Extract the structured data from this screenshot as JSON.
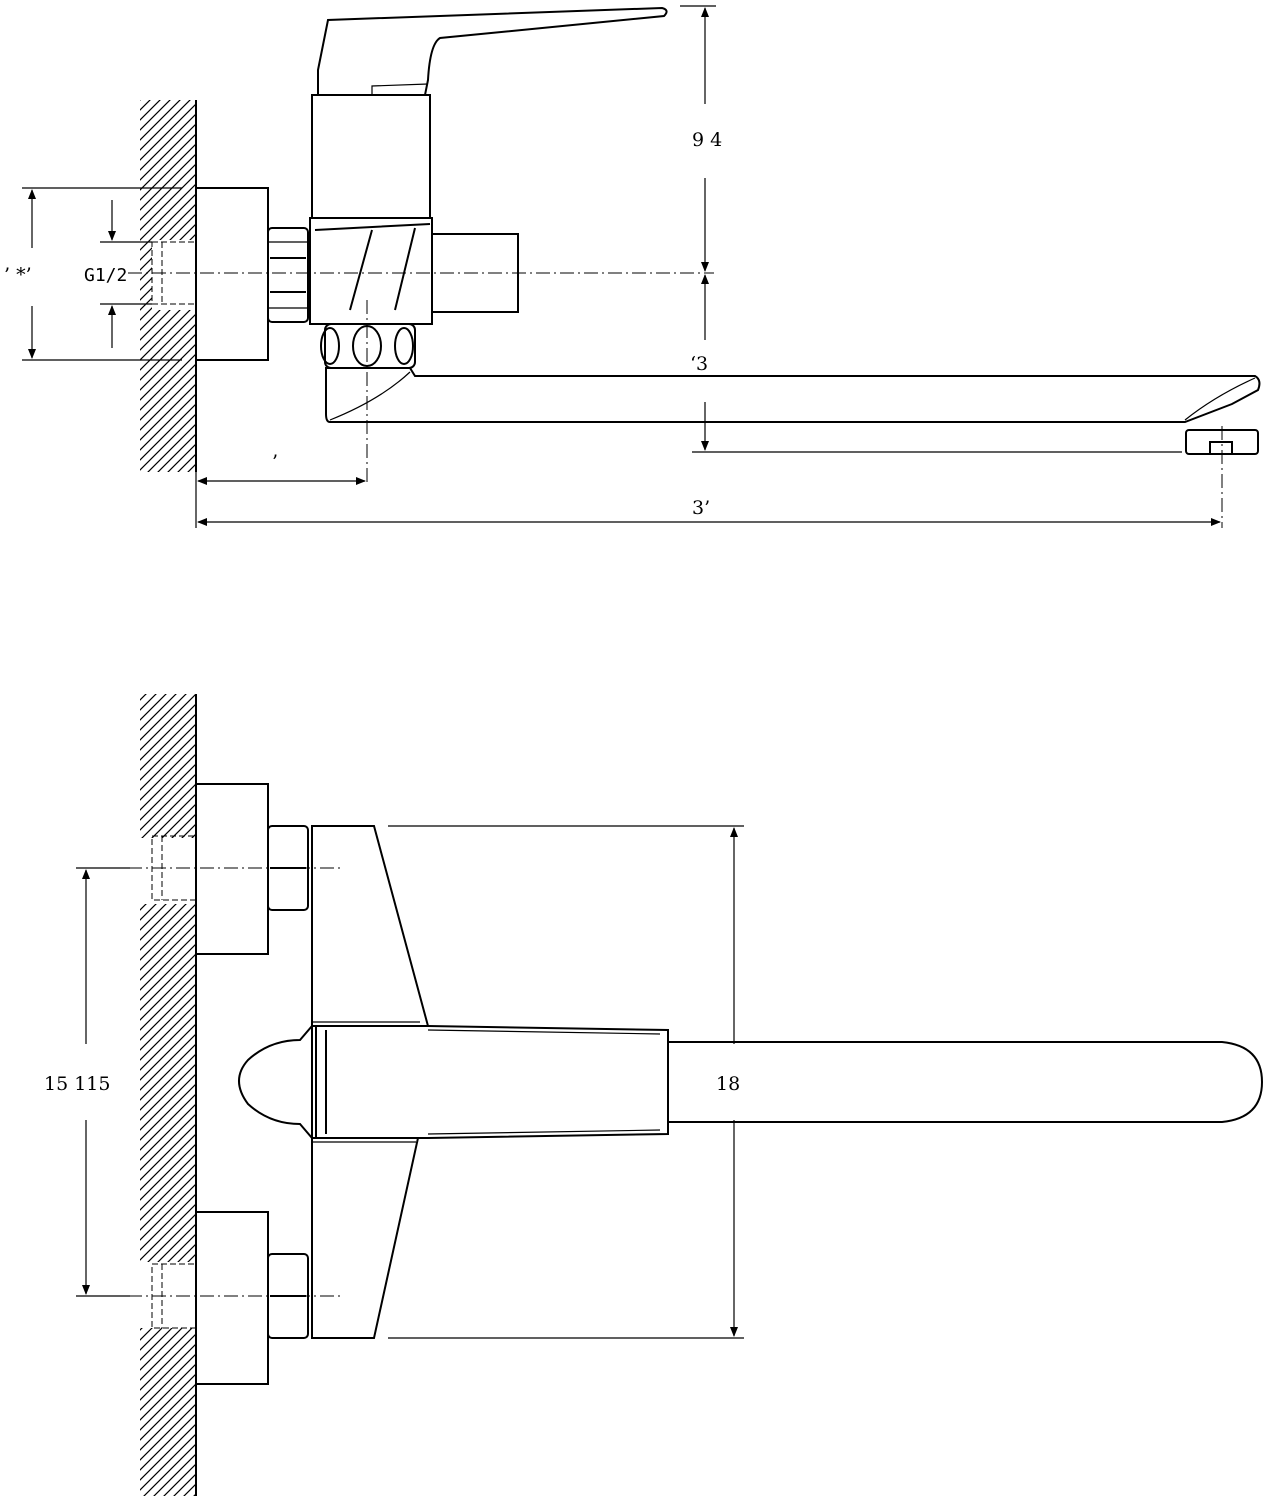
{
  "side_view": {
    "thread_label": "G1/2",
    "left_dim_label": "’ *’",
    "top_dim_label": "9 4",
    "spout_dim_label": "‘3",
    "offset_dim_label": "’",
    "total_length_label": "3’"
  },
  "top_view": {
    "inlet_spacing_label": "15 115",
    "body_height_label": "18"
  }
}
